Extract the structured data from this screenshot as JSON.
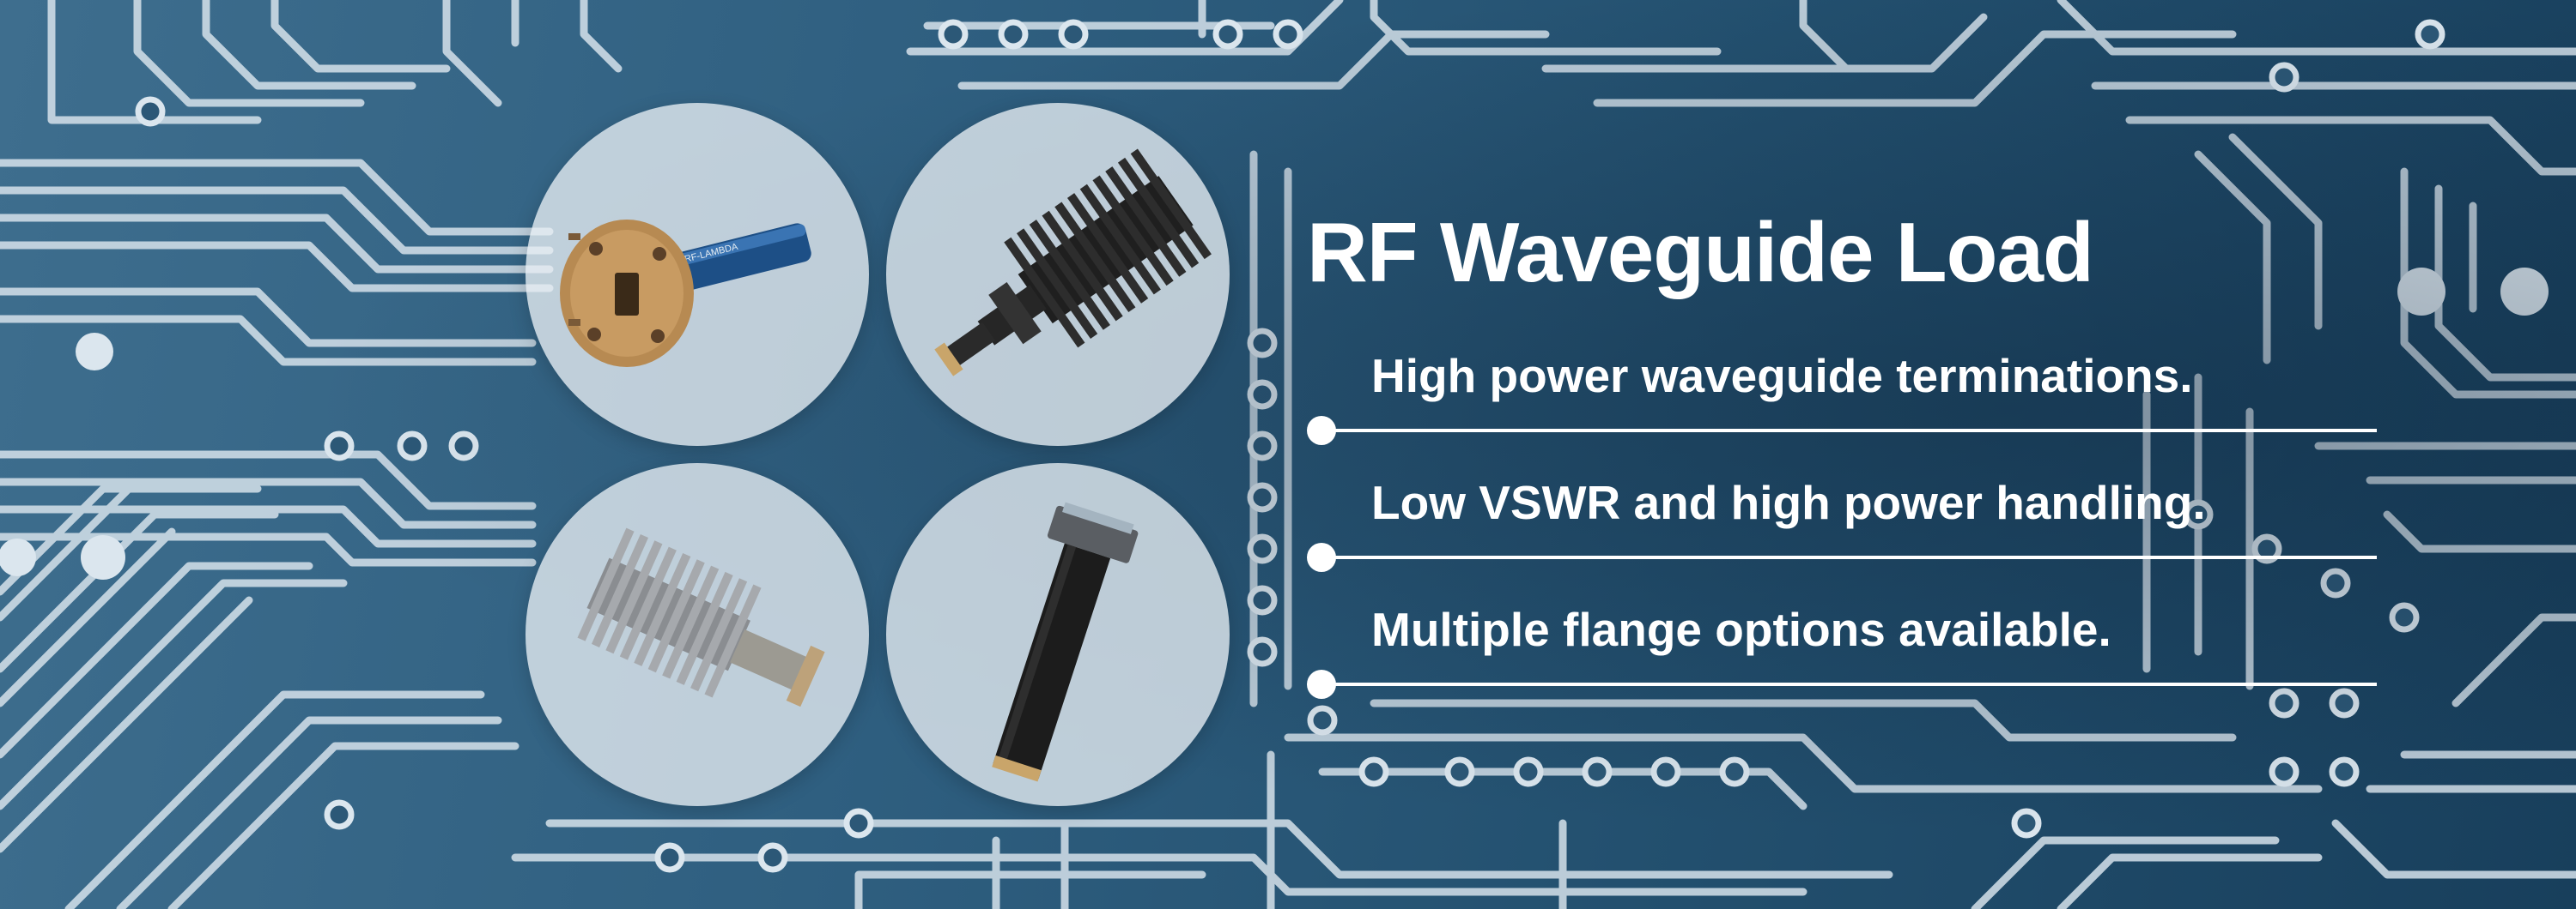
{
  "banner": {
    "headline": "RF Waveguide Load",
    "features": [
      "High power waveguide terminations.",
      "Low VSWR and high power handling.",
      "Multiple flange options available."
    ],
    "background": "pcb-circuit-board-image",
    "colors": {
      "background_blue": "#2f5f80",
      "trace": "#dbe6ee",
      "text": "#ffffff",
      "circle_fill": "#e8eef3"
    }
  },
  "products": [
    {
      "image": "blue-cylindrical-waveguide-load-photo",
      "label_text": "RF-LAMBDA"
    },
    {
      "image": "black-finned-waveguide-load-photo"
    },
    {
      "image": "silver-finned-waveguide-load-photo"
    },
    {
      "image": "black-straight-waveguide-load-photo"
    }
  ]
}
